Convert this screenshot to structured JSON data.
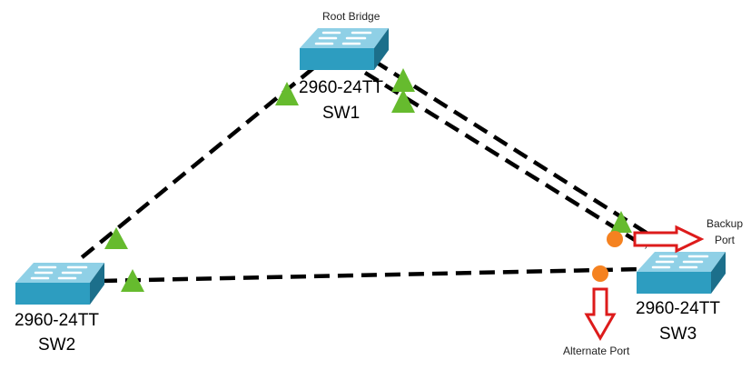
{
  "diagram": {
    "root_label": "Root Bridge",
    "backup_label_line1": "Backup",
    "backup_label_line2": "Port",
    "alternate_label": "Alternate Port",
    "colors": {
      "designated": "#66bb2e",
      "blocked": "#f58220",
      "arrow": "#dd1b1b",
      "link": "#000000",
      "switch_top": "#8fd0e6",
      "switch_front": "#2d9dc0",
      "switch_side": "#1c6f8b"
    },
    "switches": [
      {
        "id": "sw1",
        "model": "2960-24TT",
        "name": "SW1",
        "role": "root"
      },
      {
        "id": "sw2",
        "model": "2960-24TT",
        "name": "SW2"
      },
      {
        "id": "sw3",
        "model": "2960-24TT",
        "name": "SW3"
      }
    ],
    "links": [
      {
        "from": "SW1",
        "to": "SW2"
      },
      {
        "from": "SW1",
        "to": "SW3"
      },
      {
        "from": "SW1",
        "to": "SW3"
      },
      {
        "from": "SW2",
        "to": "SW3"
      }
    ],
    "port_states": [
      {
        "switch": "SW1",
        "link": "SW1-SW2",
        "state": "designated",
        "icon": "green-triangle-icon"
      },
      {
        "switch": "SW1",
        "link": "SW1-SW3 (1)",
        "state": "designated",
        "icon": "green-triangle-icon"
      },
      {
        "switch": "SW1",
        "link": "SW1-SW3 (2)",
        "state": "designated",
        "icon": "green-triangle-icon"
      },
      {
        "switch": "SW2",
        "link": "SW1-SW2",
        "state": "root",
        "icon": "green-triangle-icon"
      },
      {
        "switch": "SW2",
        "link": "SW2-SW3",
        "state": "designated",
        "icon": "green-triangle-icon"
      },
      {
        "switch": "SW3",
        "link": "SW1-SW3 (1)",
        "state": "root",
        "icon": "green-triangle-icon"
      },
      {
        "switch": "SW3",
        "link": "SW1-SW3 (2)",
        "state": "blocked",
        "icon": "orange-circle-icon"
      },
      {
        "switch": "SW3",
        "link": "SW2-SW3",
        "state": "blocked",
        "icon": "orange-circle-icon"
      }
    ]
  }
}
